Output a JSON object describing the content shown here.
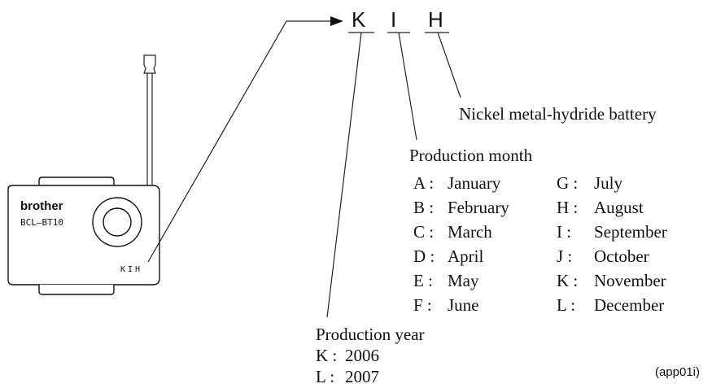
{
  "battery": {
    "brand": "brother",
    "model": "BCL–BT10",
    "code_printed": "KIH",
    "brand_color": "#1f3f8f"
  },
  "code": {
    "letters": [
      "K",
      "I",
      "H"
    ]
  },
  "labels": {
    "battery_type": "Nickel metal-hydride battery",
    "month_title": "Production month",
    "year_title": "Production year",
    "ref": "(app01i)"
  },
  "months_left": [
    {
      "code": "A :",
      "name": "January"
    },
    {
      "code": "B :",
      "name": "February"
    },
    {
      "code": "C :",
      "name": "March"
    },
    {
      "code": "D :",
      "name": "April"
    },
    {
      "code": "E :",
      "name": "May"
    },
    {
      "code": "F :",
      "name": "June"
    }
  ],
  "months_right": [
    {
      "code": "G :",
      "name": "July"
    },
    {
      "code": "H :",
      "name": "August"
    },
    {
      "code": "I :",
      "name": "September"
    },
    {
      "code": "J :",
      "name": "October"
    },
    {
      "code": "K :",
      "name": "November"
    },
    {
      "code": "L :",
      "name": "December"
    }
  ],
  "years": [
    {
      "code": "K :",
      "value": "2006"
    },
    {
      "code": "L :",
      "value": "2007"
    }
  ]
}
